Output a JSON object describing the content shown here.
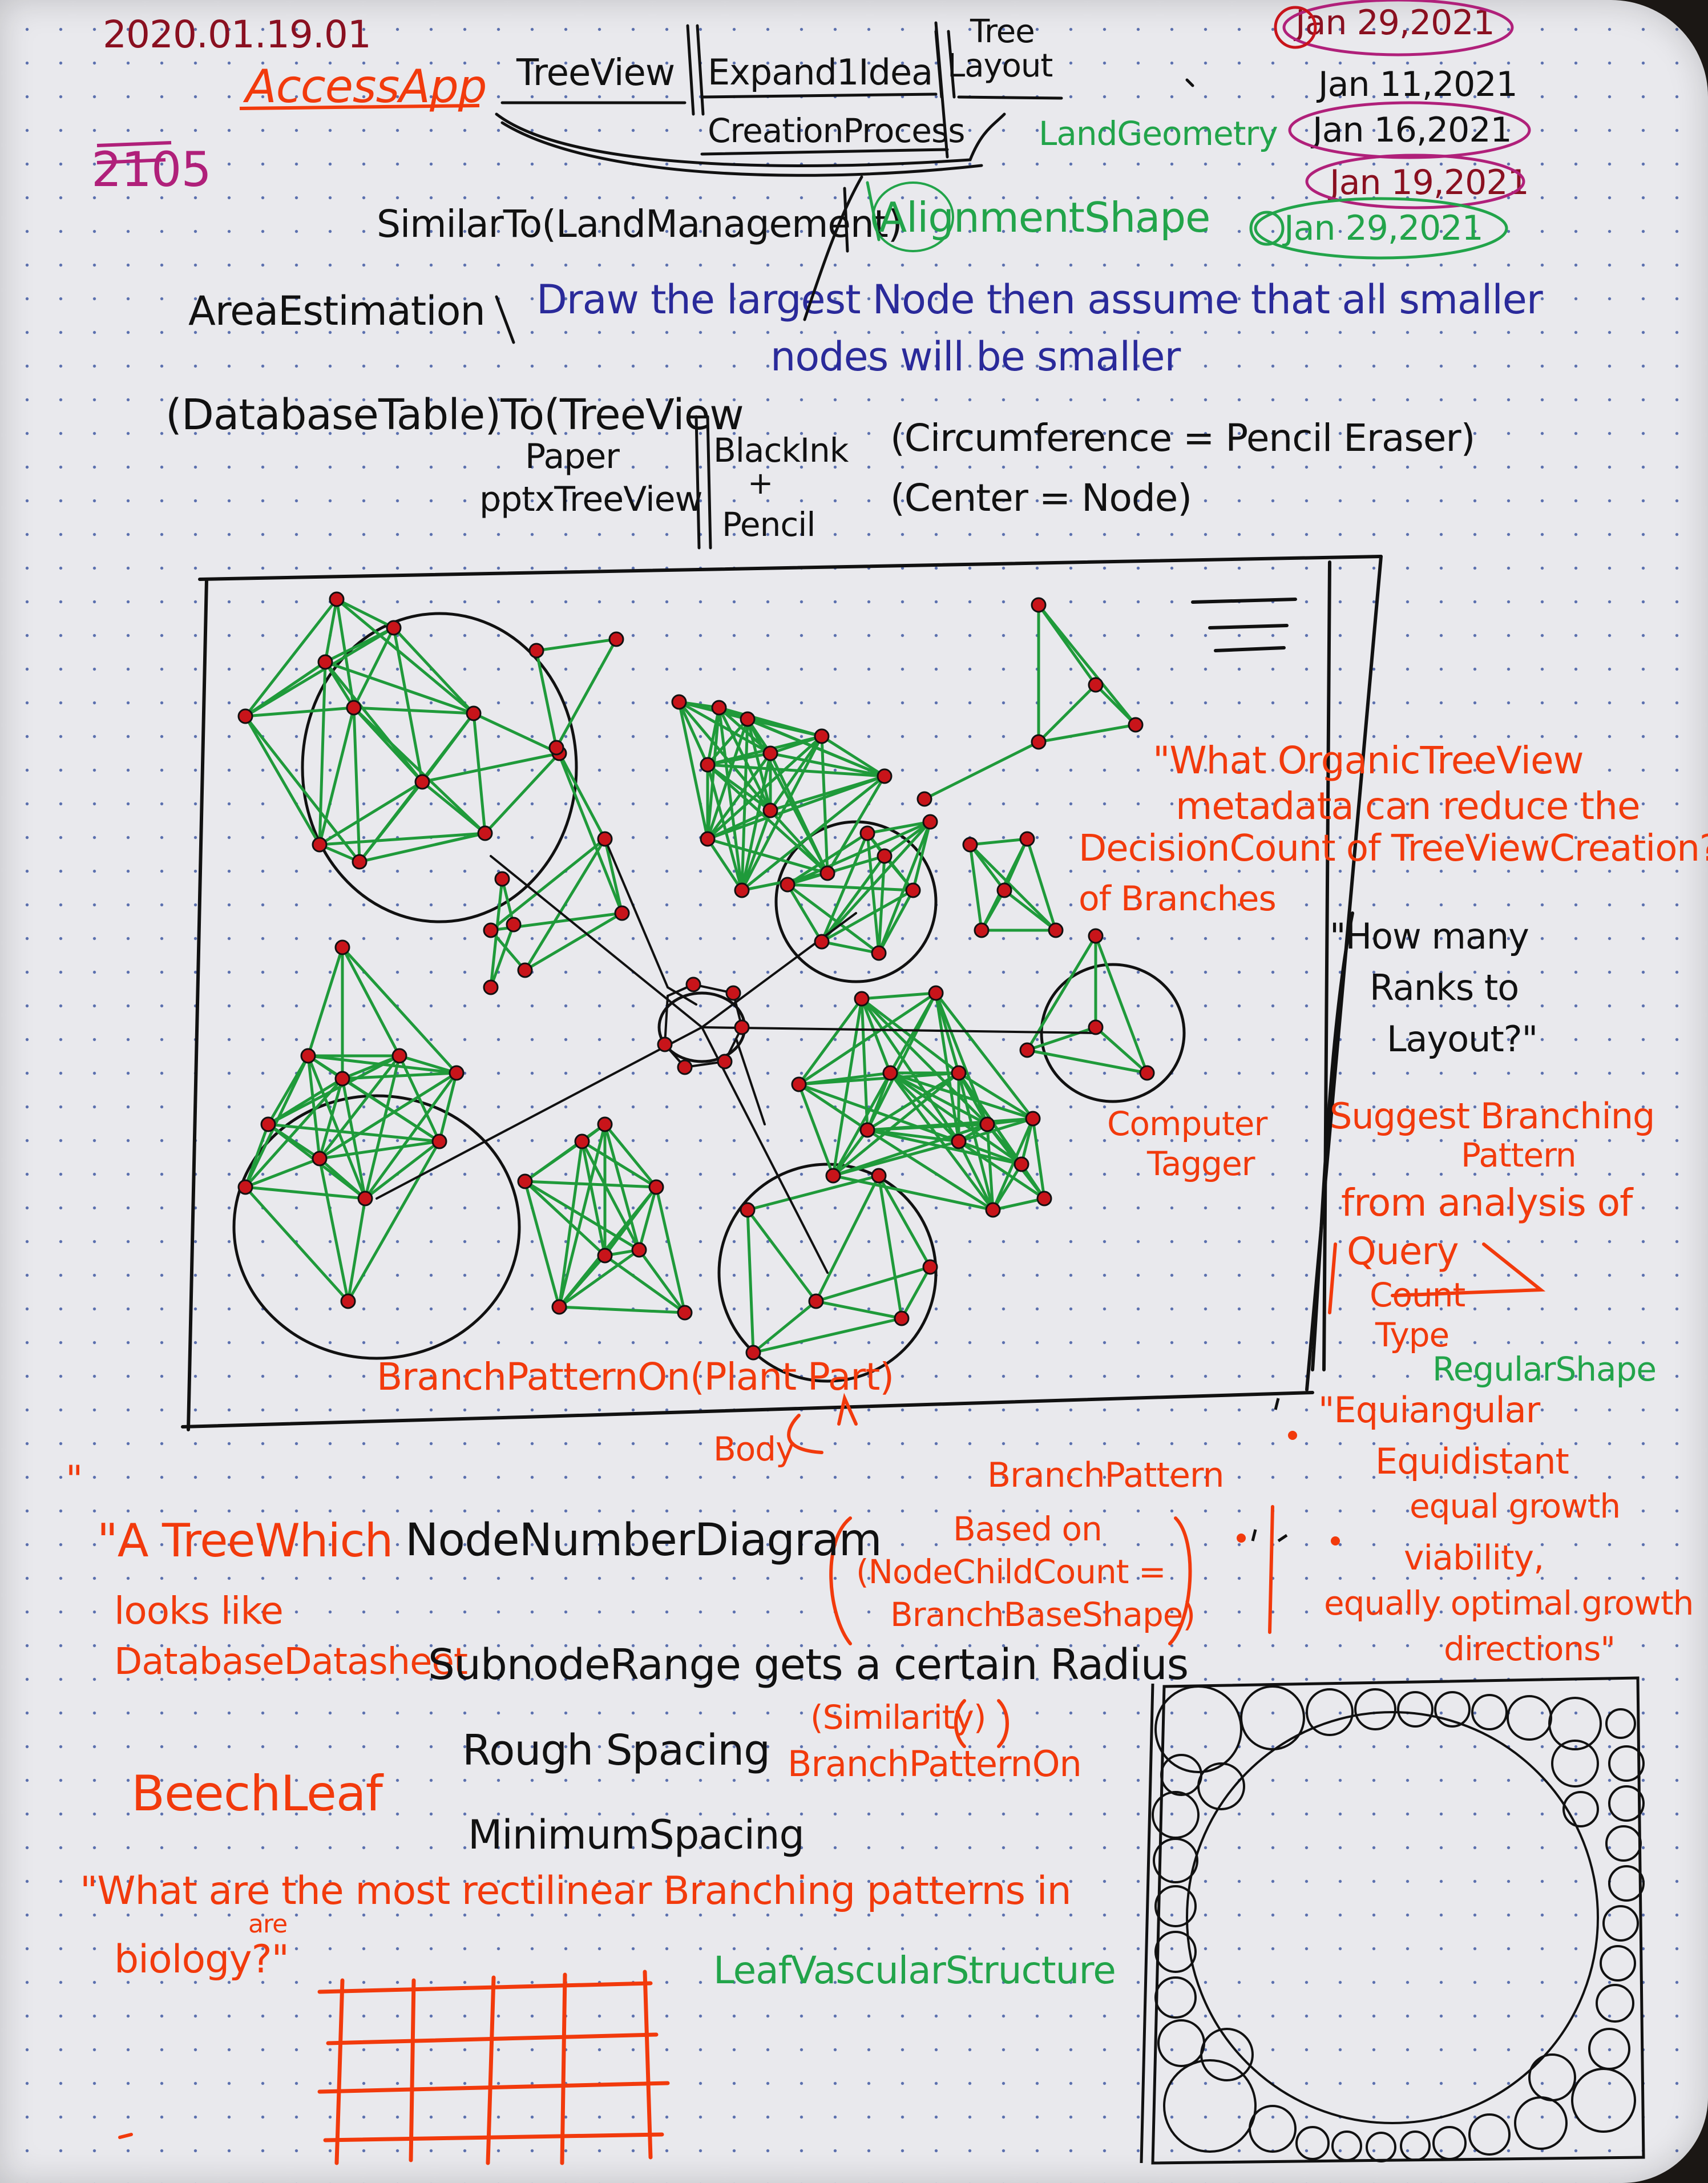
{
  "header": {
    "date": "2020.01.19.01",
    "app_name": "AccessApp",
    "code": "2105",
    "title_tree_view": "TreeView",
    "title_expand": "Expand1Idea",
    "title_tree_layout_1": "Tree",
    "title_tree_layout_2": "Layout",
    "title_creation": "CreationProcess",
    "land_geometry": "LandGeometry",
    "similar_to": "SimilarTo(LandManagement)",
    "alignment_shape": "AlignmentShape"
  },
  "dates": [
    "Jan 29,2021",
    "Jan 11,2021",
    "Jan 16,2021",
    "Jan 19,2021",
    "Jan 29,2021"
  ],
  "area": {
    "label": "AreaEstimation",
    "note_1": "Draw the largest Node then assume that all smaller",
    "note_2": "nodes will be smaller"
  },
  "conversion": {
    "from": "(DatabaseTable)To(TreeView",
    "paper": "Paper",
    "pptx": "pptxTreeView",
    "black_ink": "BlackInk",
    "plus": "+",
    "pencil": "Pencil",
    "circumference": "(Circumference = Pencil Eraser)",
    "center": "(Center = Node)"
  },
  "notes": {
    "organic_1": "\"What OrganicTreeView",
    "organic_2": "metadata can reduce the",
    "organic_3": "DecisionCount of TreeViewCreation?\"",
    "organic_4": "of Branches",
    "ranks_1": "\"How many",
    "ranks_2": "Ranks to",
    "ranks_3": "Layout?\"",
    "tagger_1": "Computer",
    "tagger_2": "Tagger",
    "suggest_1": "Suggest Branching",
    "suggest_2": "Pattern",
    "suggest_3": "from analysis of",
    "suggest_4": "Query",
    "suggest_5": "Count",
    "suggest_6": "Type",
    "regular_shape": "RegularShape",
    "equi_1": "\"Equiangular",
    "equi_2": "Equidistant",
    "equi_3": "equal growth",
    "equi_4": "viability,",
    "equi_5": "equally optimal growth",
    "equi_6": "directions\"",
    "branch_pattern_on": "BranchPatternOn(Plant Part)",
    "body": "Body",
    "bp_1": "BranchPattern",
    "bp_2": "Based on",
    "bp_3": "(NodeChildCount =",
    "bp_4": "BranchBaseShape)",
    "quote_mark": "\"",
    "tree_which": "\"A TreeWhich",
    "node_number": "NodeNumberDiagram",
    "looks_like": "looks like",
    "database_datasheet": "DatabaseDatasheet",
    "subnode": "SubnodeRange gets a certain Radius",
    "rough": "Rough Spacing",
    "similarity": "(Similarity)",
    "branch_pattern_on_2": "BranchPatternOn",
    "minimum": "MinimumSpacing",
    "beech": "BeechLeaf",
    "rectilinear_1": "\"What are the most rectilinear Branching patterns in",
    "rectilinear_2": "biology?\"",
    "are": "are",
    "leaf_vascular": "LeafVascularStructure"
  },
  "colors": {
    "ink_black": "#111111",
    "ink_red": "#f23a0c",
    "ink_green": "#22a44a",
    "ink_blue": "#2a2a9a",
    "ink_magenta": "#b0207a",
    "node_red": "#c8141a",
    "paper": "#e9e9ed",
    "dot_grid": "#5a6fae"
  }
}
